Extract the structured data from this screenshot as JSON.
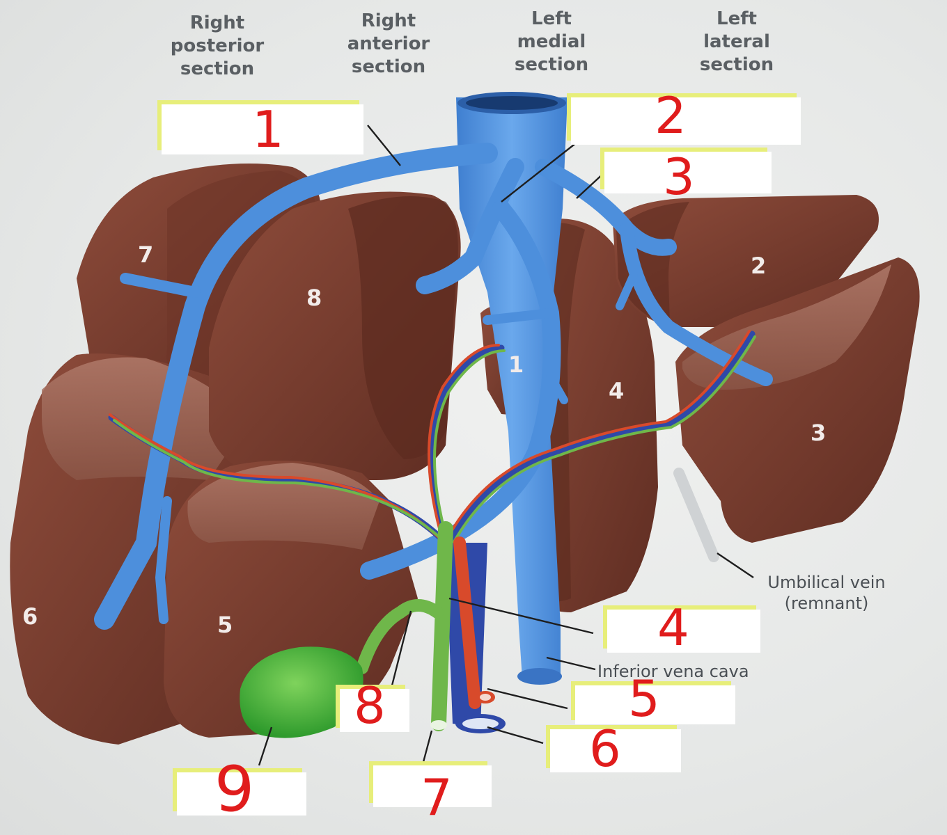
{
  "headers": [
    {
      "text": "Right\nposterior\nsection"
    },
    {
      "text": "Right\nanterior\nsection"
    },
    {
      "text": "Left\nmedial\nsection"
    },
    {
      "text": "Left\nlateral\nsection"
    }
  ],
  "segments": [
    "7",
    "8",
    "2",
    "1",
    "4",
    "3",
    "6",
    "5"
  ],
  "annotations": {
    "umbilical": "Umbilical vein\n(remnant)",
    "ivc": "Inferior vena cava"
  },
  "handwritten_labels": [
    "1",
    "2",
    "3",
    "4",
    "5",
    "6",
    "7",
    "8",
    "9"
  ],
  "colors": {
    "liver": "#7a3f30",
    "hepatic_vein": "#4d8fdc",
    "artery": "#d84a2b",
    "portal_vein": "#2f49a8",
    "bile_duct": "#6fb74a",
    "gallbladder": "#3fb23a",
    "highlight": "#e7ee7a",
    "handwriting": "#e01c1c"
  }
}
